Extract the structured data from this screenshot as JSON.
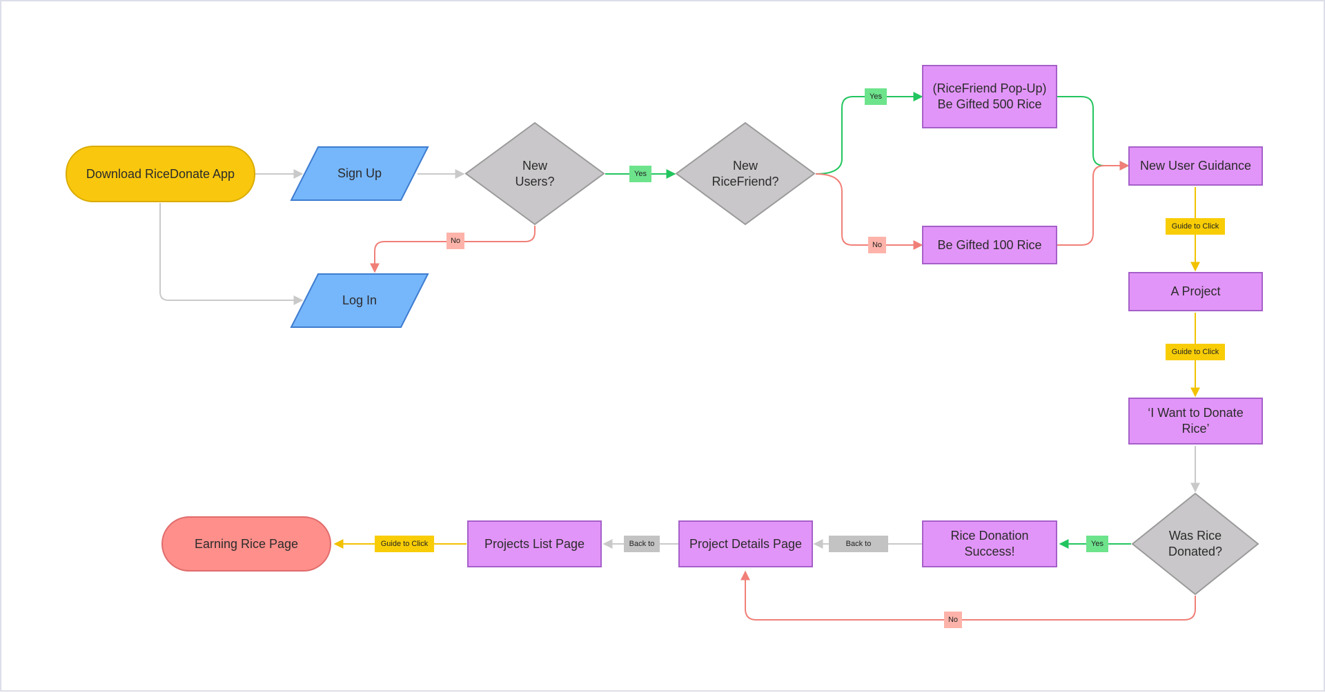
{
  "colors": {
    "gray_line": "#c9c9c9",
    "green_line": "#22c55e",
    "red_line": "#f07f77",
    "yellow_line": "#f2c200",
    "process_fill": "#e295f8",
    "process_border": "#a55fc9",
    "io_fill": "#76b6fb",
    "io_border": "#3d7ccf",
    "decision_fill": "#c9c7c9",
    "decision_border": "#9a9a9a",
    "start_fill": "#f9c80e",
    "end_fill": "#fe8f8b"
  },
  "nodes": {
    "download_app": "Download RiceDonate App",
    "sign_up": "Sign Up",
    "log_in": "Log In",
    "new_users": "New\nUsers?",
    "new_ricefriend": "New\nRiceFriend?",
    "gifted_500": "(RiceFriend Pop-Up)\nBe Gifted 500 Rice",
    "gifted_100": "Be Gifted 100 Rice",
    "new_user_guidance": "New User Guidance",
    "a_project": "A Project",
    "want_to_donate": "‘I Want to Donate\nRice’",
    "was_rice_donated": "Was Rice\nDonated?",
    "donation_success": "Rice Donation\nSuccess!",
    "project_details": "Project Details Page",
    "projects_list": "Projects List Page",
    "earning_rice": "Earning Rice Page"
  },
  "edge_labels": {
    "yes_new_users": "Yes",
    "no_new_users": "No",
    "yes_ricefriend": "Yes",
    "no_ricefriend": "No",
    "guide_1": "Guide to Click",
    "guide_2": "Guide to Click",
    "yes_donated": "Yes",
    "no_donated": "No",
    "back_to_1": "Back to",
    "back_to_2": "Back to",
    "guide_3": "Guide to Click"
  }
}
